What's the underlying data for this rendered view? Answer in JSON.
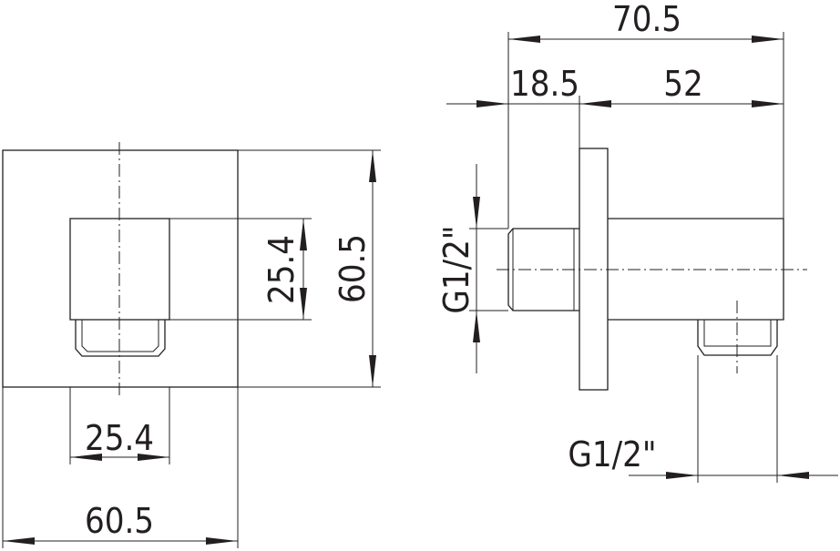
{
  "dimensions": {
    "front_height": "60.5",
    "front_inner_height": "25.4",
    "front_inner_width": "25.4",
    "front_width": "60.5",
    "side_overall": "70.5",
    "side_flange": "18.5",
    "side_body": "52",
    "thread_inlet": "G1/2\"",
    "thread_outlet": "G1/2\""
  }
}
